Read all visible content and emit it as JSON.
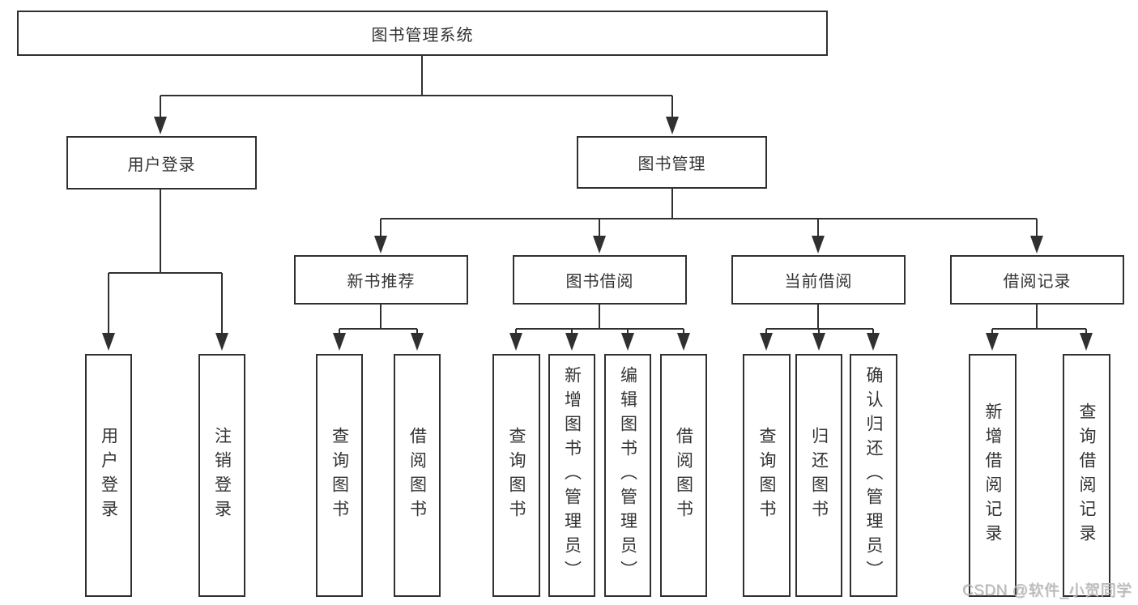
{
  "diagram": {
    "type": "hierarchy-tree",
    "colors": {
      "line": "#303030",
      "box_border": "#303030",
      "text": "#333333",
      "background": "#ffffff",
      "watermark": "#b9b9b9"
    }
  },
  "tree": {
    "root": "图书管理系统",
    "branches": [
      {
        "label": "用户登录",
        "leaves": [
          "用户登录",
          "注销登录"
        ]
      },
      {
        "label": "图书管理",
        "children": [
          {
            "label": "新书推荐",
            "leaves": [
              "查询图书",
              "借阅图书"
            ]
          },
          {
            "label": "图书借阅",
            "leaves": [
              "查询图书",
              "新增图书（管理员）",
              "编辑图书（管理员）",
              "借阅图书"
            ]
          },
          {
            "label": "当前借阅",
            "leaves": [
              "查询图书",
              "归还图书",
              "确认归还（管理员）"
            ]
          },
          {
            "label": "借阅记录",
            "leaves": [
              "新增借阅记录",
              "查询借阅记录"
            ]
          }
        ]
      }
    ]
  },
  "watermark": {
    "text": "CSDN @软件_小贺同学"
  }
}
